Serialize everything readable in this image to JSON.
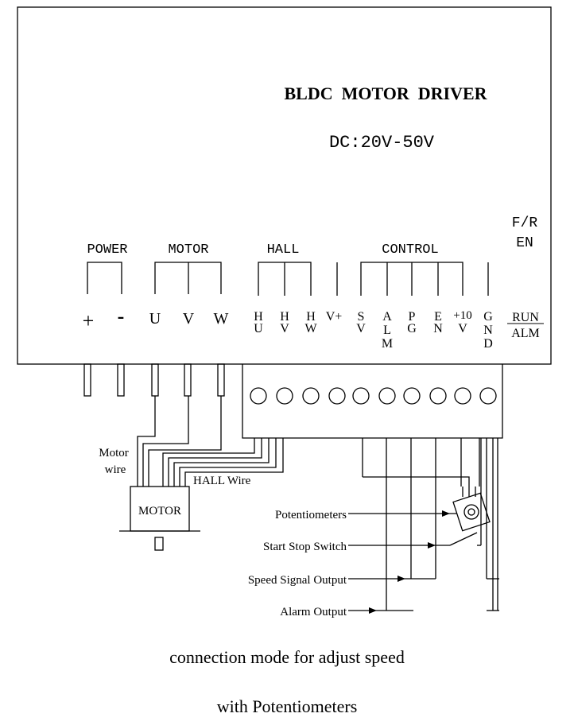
{
  "title": "BLDC  MOTOR  DRIVER",
  "voltage": "DC:20V-50V",
  "fr_label": "F/R",
  "en_label": "EN",
  "groups": {
    "power": "POWER",
    "motor": "MOTOR",
    "hall": "HALL",
    "control": "CONTROL"
  },
  "terminals": {
    "power_plus": "+",
    "power_minus": "-",
    "u": "U",
    "v": "V",
    "w": "W",
    "hu": [
      "H",
      "U"
    ],
    "hv": [
      "H",
      "V"
    ],
    "hw": [
      "H",
      "W"
    ],
    "vplus": "V+",
    "sv": [
      "S",
      "V"
    ],
    "alm": [
      "A",
      "L",
      "M"
    ],
    "pg": [
      "P",
      "G"
    ],
    "en": [
      "E",
      "N"
    ],
    "ten_v": [
      "+10",
      "V"
    ],
    "gnd": [
      "G",
      "N",
      "D"
    ],
    "run": "RUN",
    "alm_led": "ALM"
  },
  "labels": {
    "motor_wire": [
      "Motor",
      "wire"
    ],
    "hall_wire": "HALL Wire",
    "motor_box": "MOTOR",
    "potentiometers": "Potentiometers",
    "start_stop": "Start Stop Switch",
    "speed_signal": "Speed Signal Output",
    "alarm_output": "Alarm Output"
  },
  "caption": {
    "line1": "connection mode for adjust speed",
    "line2": "with Potentiometers"
  }
}
